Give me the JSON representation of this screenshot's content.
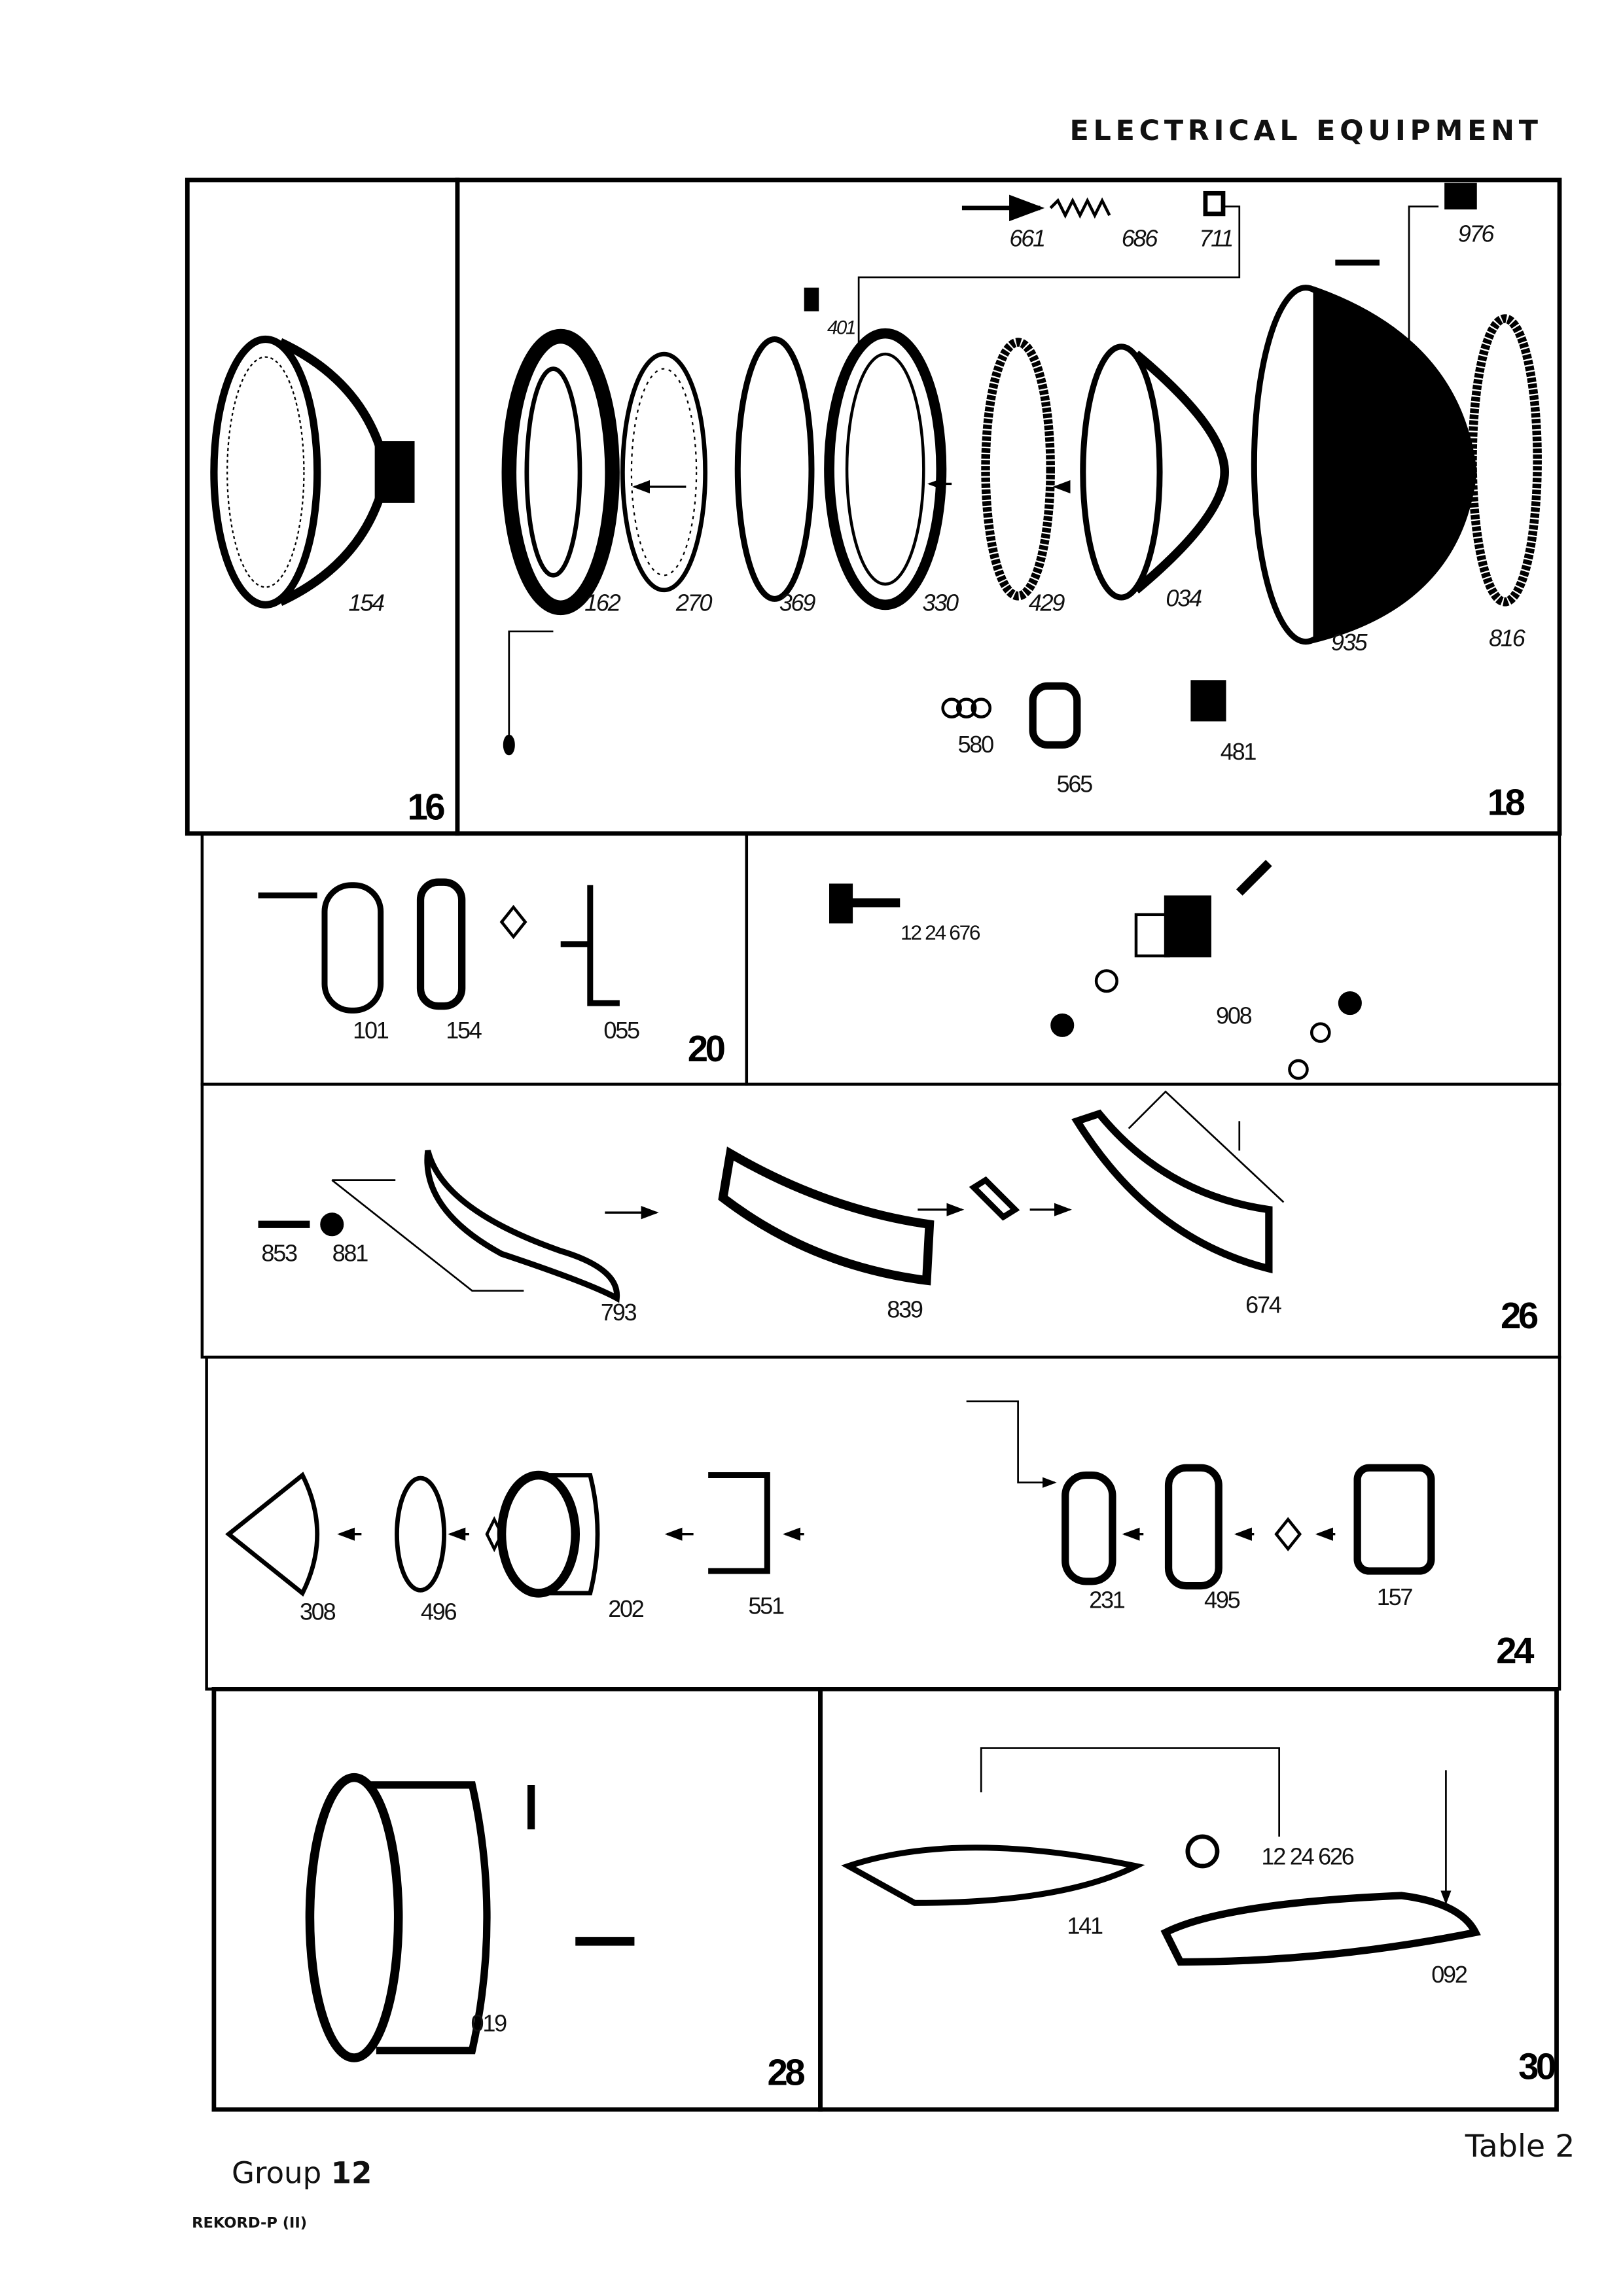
{
  "header": {
    "title": "ELECTRICAL EQUIPMENT"
  },
  "panels": {
    "p16": {
      "number": "16",
      "parts": [
        "154"
      ]
    },
    "p18": {
      "number": "18",
      "parts": [
        "661",
        "686",
        "711",
        "976",
        "401",
        "162",
        "270",
        "369",
        "330",
        "429",
        "034",
        "935",
        "816",
        "580",
        "565",
        "481"
      ]
    },
    "p20": {
      "number": "20",
      "parts": [
        "101",
        "154",
        "055"
      ]
    },
    "p22": {
      "parts": [
        "12 24 676",
        "908"
      ]
    },
    "p26": {
      "number": "26",
      "parts": [
        "853",
        "881",
        "793",
        "839",
        "674"
      ]
    },
    "p24": {
      "number": "24",
      "parts": [
        "308",
        "496",
        "202",
        "551",
        "231",
        "495",
        "157"
      ]
    },
    "p28": {
      "number": "28",
      "parts": [
        "019"
      ]
    },
    "p30": {
      "number": "30",
      "parts": [
        "12 24 626",
        "141",
        "092"
      ]
    }
  },
  "footer": {
    "table": "Table 2",
    "group_label": "Group",
    "group_number": "12",
    "model": "REKORD-P (II)"
  }
}
